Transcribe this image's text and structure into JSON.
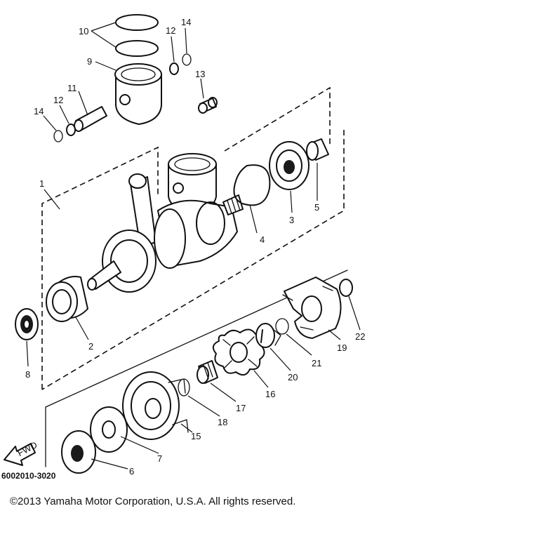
{
  "diagram": {
    "part_code": "6002010-3020",
    "arrow_label": "FWD",
    "callouts": {
      "p1": "1",
      "p2": "2",
      "p3": "3",
      "p4": "4",
      "p5": "5",
      "p6": "6",
      "p7": "7",
      "p8": "8",
      "p9": "9",
      "p10": "10",
      "p11": "11",
      "p12a": "12",
      "p12b": "12",
      "p13": "13",
      "p14a": "14",
      "p14b": "14",
      "p15": "15",
      "p16": "16",
      "p17": "17",
      "p18": "18",
      "p19": "19",
      "p20": "20",
      "p21": "21",
      "p22": "22"
    }
  },
  "footer": {
    "copyright": "©2013 Yamaha Motor Corporation, U.S.A. All rights reserved."
  }
}
